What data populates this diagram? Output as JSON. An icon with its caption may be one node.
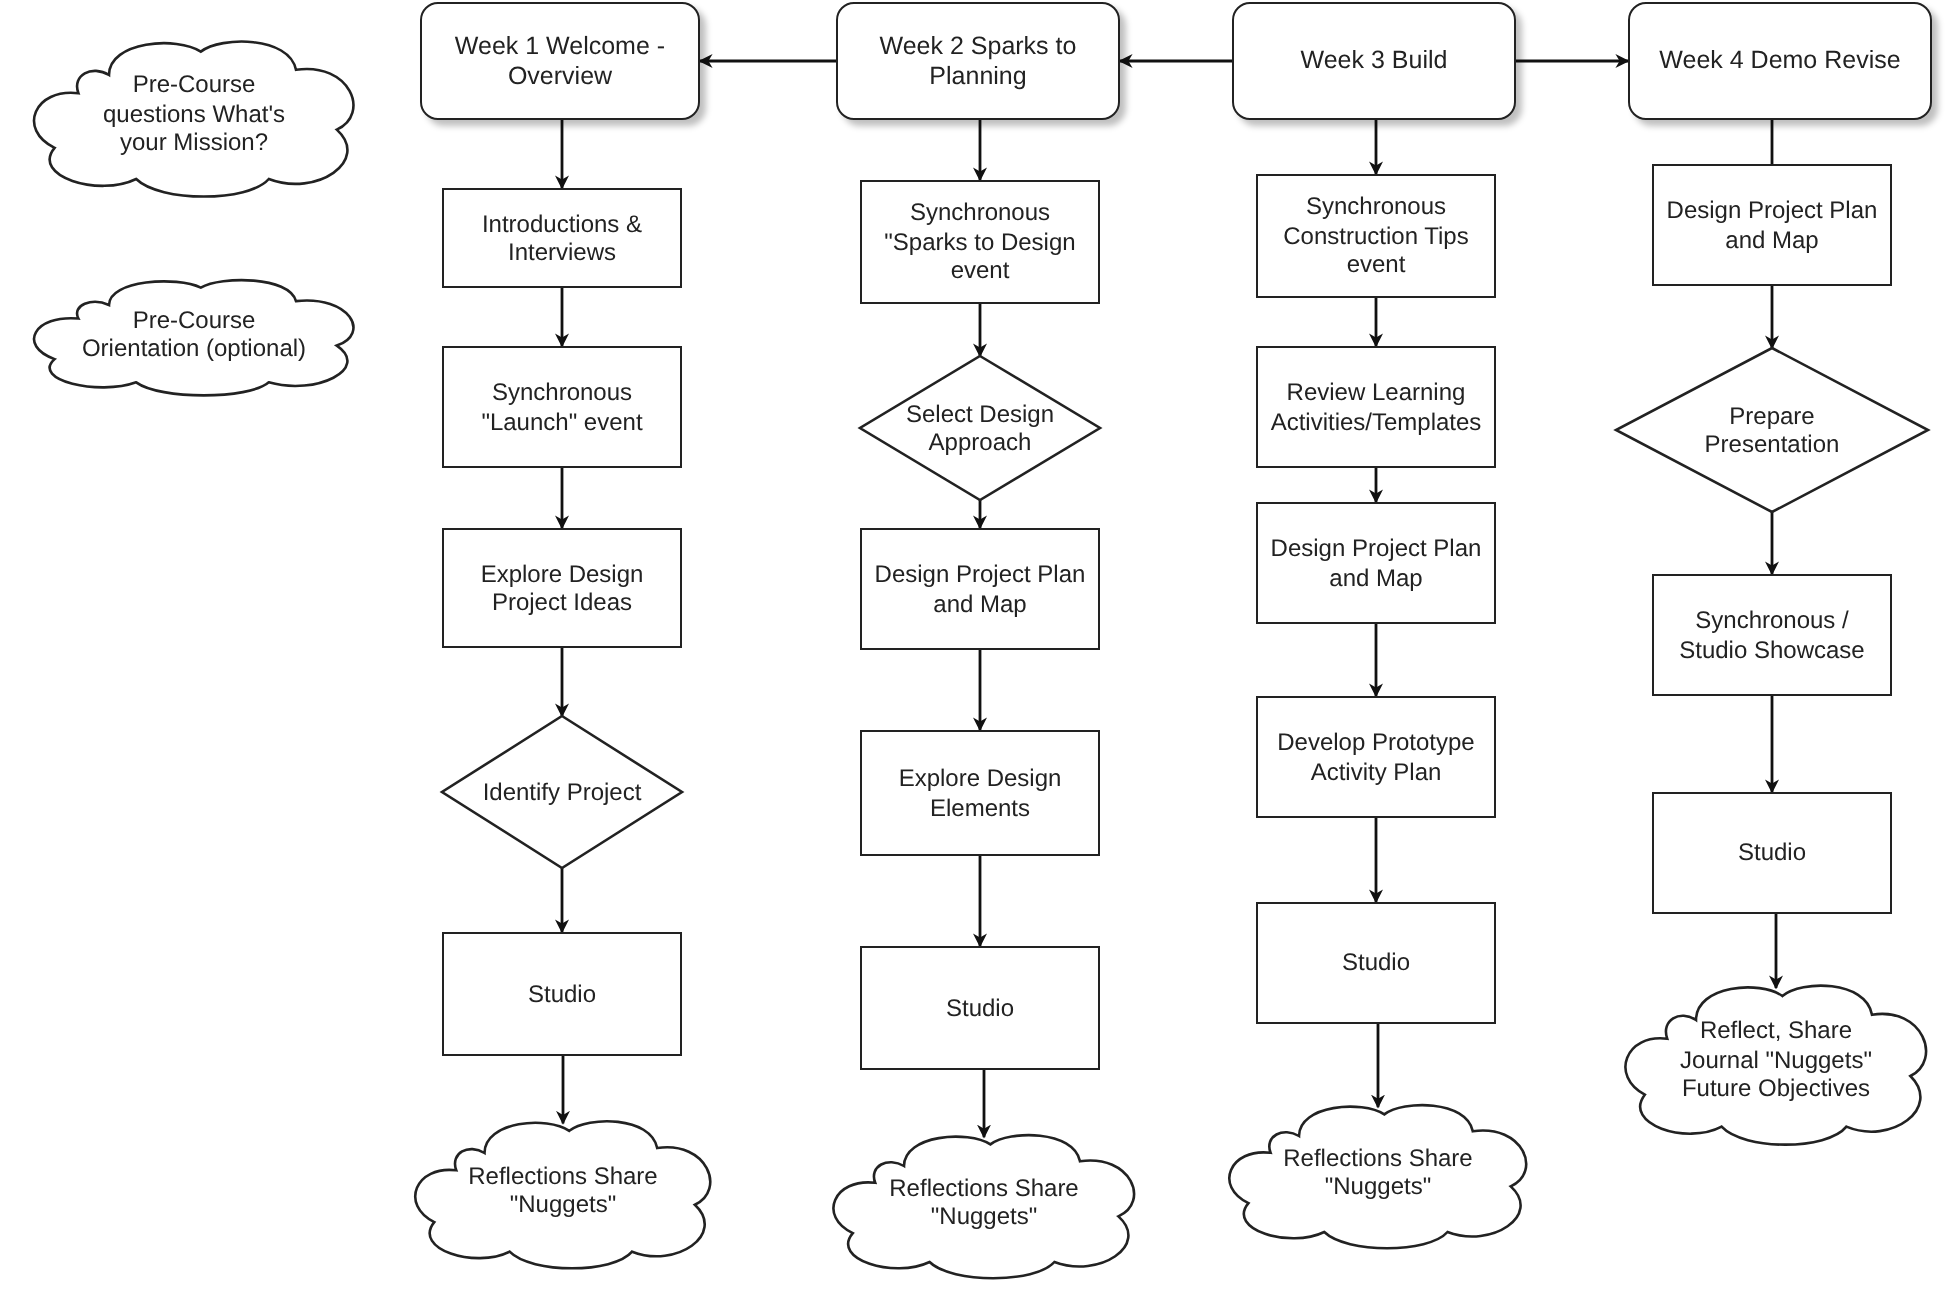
{
  "diagram": {
    "nodes": [
      {
        "text": [
          "Pre-Course questions What's your Mission?"
        ]
      },
      {
        "text": [
          "Pre-Course Orientation (optional)"
        ]
      },
      {
        "text": [
          "Week 1 Welcome - Overview"
        ]
      },
      {
        "text": [
          "Week 2 Sparks to Planning"
        ]
      },
      {
        "text": [
          "Week 3 Build"
        ]
      },
      {
        "text": [
          "Week 4 Demo Revise"
        ]
      },
      {
        "text": [
          "Introductions & Interviews"
        ]
      },
      {
        "text": [
          "Synchronous \"Launch\" event"
        ]
      },
      {
        "text": [
          "Explore Design Project Ideas"
        ]
      },
      {
        "text": [
          "Identify Project"
        ]
      },
      {
        "text": [
          "Studio"
        ]
      },
      {
        "text": [
          "Reflections Share \"Nuggets\""
        ]
      },
      {
        "text": [
          "Synchronous \"Sparks to Design event"
        ]
      },
      {
        "text": [
          "Select Design Approach"
        ]
      },
      {
        "text": [
          "Design Project Plan and Map"
        ]
      },
      {
        "text": [
          "Explore Design Elements"
        ]
      },
      {
        "text": [
          "Studio"
        ]
      },
      {
        "text": [
          "Reflections Share \"Nuggets\""
        ]
      },
      {
        "text": [
          "Synchronous Construction Tips event"
        ]
      },
      {
        "text": [
          "Review Learning Activities/Templates"
        ]
      },
      {
        "text": [
          "Design Project Plan and Map"
        ]
      },
      {
        "text": [
          "Develop Prototype Activity Plan"
        ]
      },
      {
        "text": [
          "Studio"
        ]
      },
      {
        "text": [
          "Reflections Share \"Nuggets\""
        ]
      },
      {
        "text": [
          "Design Project Plan and Map"
        ]
      },
      {
        "text": [
          "Prepare Presentation"
        ]
      },
      {
        "text": [
          "Synchronous / Studio Showcase"
        ]
      },
      {
        "text": [
          "Studio"
        ]
      },
      {
        "text": [
          "Reflect, Share Journal \"Nuggets\" Future Objectives"
        ]
      }
    ],
    "edges": [
      {
        "from": 3,
        "to": 2,
        "arrow": "to"
      },
      {
        "from": 4,
        "to": 3,
        "arrow": "to"
      },
      {
        "from": 4,
        "to": 5,
        "arrow": "to"
      },
      {
        "from": 2,
        "to": 6,
        "arrow": "to"
      },
      {
        "from": 6,
        "to": 7,
        "arrow": "to"
      },
      {
        "from": 7,
        "to": 8,
        "arrow": "to"
      },
      {
        "from": 8,
        "to": 9,
        "arrow": "to"
      },
      {
        "from": 9,
        "to": 10,
        "arrow": "to"
      },
      {
        "from": 10,
        "to": 11,
        "arrow": "to"
      },
      {
        "from": 3,
        "to": 12,
        "arrow": "to"
      },
      {
        "from": 12,
        "to": 13,
        "arrow": "to"
      },
      {
        "from": 13,
        "to": 14,
        "arrow": "to"
      },
      {
        "from": 14,
        "to": 15,
        "arrow": "to"
      },
      {
        "from": 15,
        "to": 16,
        "arrow": "to"
      },
      {
        "from": 16,
        "to": 17,
        "arrow": "to"
      },
      {
        "from": 4,
        "to": 18,
        "arrow": "to"
      },
      {
        "from": 18,
        "to": 19,
        "arrow": "to"
      },
      {
        "from": 19,
        "to": 20,
        "arrow": "to"
      },
      {
        "from": 20,
        "to": 21,
        "arrow": "to"
      },
      {
        "from": 21,
        "to": 22,
        "arrow": "to"
      },
      {
        "from": 22,
        "to": 23,
        "arrow": "to"
      },
      {
        "from": 5,
        "to": 24,
        "arrow": "none"
      },
      {
        "from": 24,
        "to": 25,
        "arrow": "to"
      },
      {
        "from": 25,
        "to": 26,
        "arrow": "to"
      },
      {
        "from": 26,
        "to": 27,
        "arrow": "to"
      },
      {
        "from": 27,
        "to": 28,
        "arrow": "to"
      }
    ]
  }
}
